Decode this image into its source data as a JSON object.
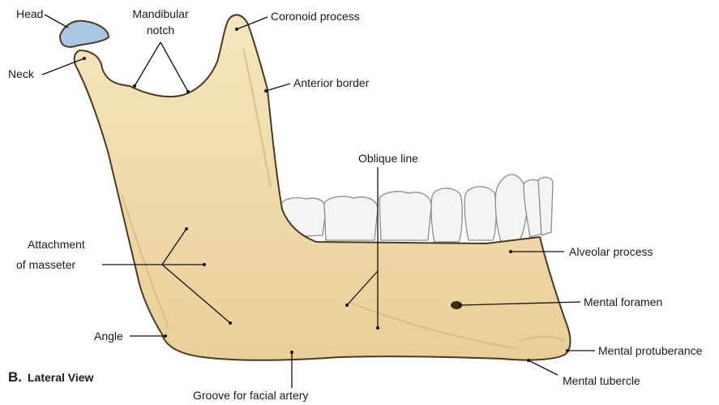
{
  "colors": {
    "bone": "#f1dcaa",
    "bone_shadow": "#dcbf85",
    "cartilage": "#a9c8e6",
    "tooth": "#f4f4f4"
  },
  "labels": {
    "head": "Head",
    "mandibular_notch_line1": "Mandibular",
    "mandibular_notch_line2": "notch",
    "coronoid_process": "Coronoid process",
    "neck": "Neck",
    "anterior_border": "Anterior border",
    "oblique_line": "Oblique line",
    "attachment_line1": "Attachment",
    "attachment_line2": "of masseter",
    "alveolar_process": "Alveolar process",
    "mental_foramen": "Mental foramen",
    "angle": "Angle",
    "mental_protuberance": "Mental protuberance",
    "mental_tubercle": "Mental tubercle",
    "groove_facial_artery": "Groove for facial artery"
  },
  "caption": {
    "letter": "B.",
    "text": "Lateral View"
  }
}
